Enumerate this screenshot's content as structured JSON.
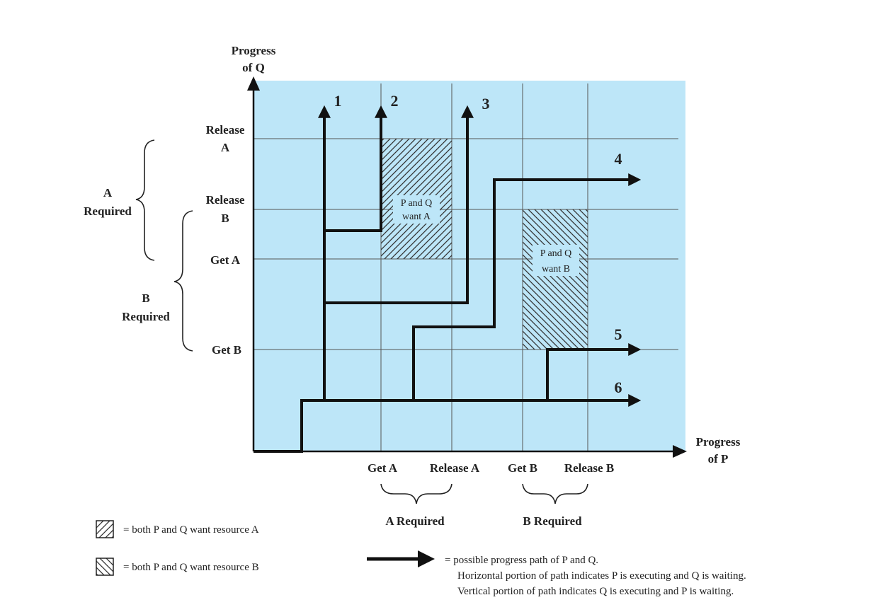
{
  "axes": {
    "y_title_line1": "Progress",
    "y_title_line2": "of Q",
    "x_title_line1": "Progress",
    "x_title_line2": "of P"
  },
  "y_labels": {
    "release_a_1": "Release",
    "release_a_2": "A",
    "release_b_1": "Release",
    "release_b_2": "B",
    "get_a": "Get A",
    "get_b": "Get B"
  },
  "x_labels": {
    "get_a": "Get A",
    "release_a": "Release A",
    "get_b": "Get B",
    "release_b": "Release B"
  },
  "brace_labels": {
    "y_a_1": "A",
    "y_a_2": "Required",
    "y_b_1": "B",
    "y_b_2": "Required",
    "x_a": "A Required",
    "x_b": "B Required"
  },
  "regions": {
    "a_line1": "P and Q",
    "a_line2": "want A",
    "b_line1": "P and Q",
    "b_line2": "want B"
  },
  "paths": [
    "1",
    "2",
    "3",
    "4",
    "5",
    "6"
  ],
  "legend": {
    "hatch_a": "= both P and Q want resource A",
    "hatch_b": "= both P and Q want resource B",
    "arrow_line1": "= possible progress path of P and Q.",
    "arrow_line2": "Horizontal portion of path indicates P is executing and Q is waiting.",
    "arrow_line3": "Vertical portion of path indicates Q is executing and P is waiting."
  },
  "colors": {
    "plot_background": "#bde6f8",
    "path": "#111111"
  }
}
